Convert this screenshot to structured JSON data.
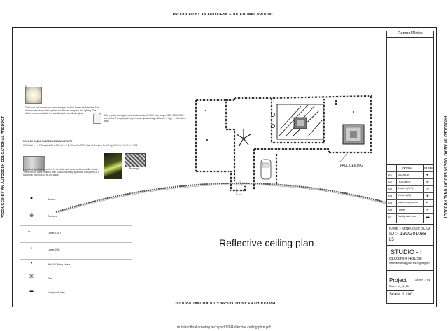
{
  "watermark": {
    "top": "PRODUCED BY AN AUTODESK EDUCATIONAL PRODUCT",
    "bottom": "PRODUCED BY AN AUTODESK EDUCATIONAL PRODUCT",
    "left": "PRODUCED BY AN AUTODESK EDUCATIONAL PRODUCT",
    "right": "PRODUCED BY AN AUTODESK EDUCATIONAL PRODUCT"
  },
  "notes": {
    "sconce_desc": "The Hood wall sconce has been designed by Ron Rezek for Artemide. This wall mounted luminaire is perfect for diffused reception and lighting. The diffuse comes available in a sandblasted borosilicate glass.",
    "torchere_desc": "Differ replacement glass ceilings for authentic Diffle floor lamps 2260, 2280, 2282 and others. This quality thought thrown glass ceilings. 12 wide, 3 high, 1 1/2 bottom width.",
    "luster_title": "ROLL 3 X CABLE SUSPENSION SINGLE NOTE",
    "luster_desc": "SKI 39x% = 1 x 7 Tungsten 51 x 4 50 x 1 c 4 5 x 3 cm 3 x 2000 Watt of Fixture x 1 x 4.5 kg 100 % x 2 % 51 x 2 VGA",
    "pendant_desc": "A pendant light that is inclined by its black matt cover and its metallic shade. There 2 to 30 watts. Indirect, with a low-consuming light bulb, the lighting of a traditional light bulb up to 100 Watts.",
    "rectangle": "Rectangle"
  },
  "legend": [
    {
      "symbol": "sconce-icon",
      "label": "Sconce"
    },
    {
      "symbol": "torchere-icon",
      "label": "Torchere"
    },
    {
      "symbol": "luster-icon",
      "label": "Luster-1(S-T)"
    },
    {
      "symbol": "luster2-icon",
      "label": "Luster-2(K)"
    },
    {
      "symbol": "wall-ceiling-icon",
      "label": "Wall & Ceiling  Above"
    },
    {
      "symbol": "tree-icon",
      "label": "Tree"
    },
    {
      "symbol": "vanity-icon",
      "label": "Vanity bath bars"
    }
  ],
  "plan": {
    "title": "Reflective ceiling plan",
    "false_ceiling": "FALL CEILING"
  },
  "title_block": {
    "general_notes": "General Notes",
    "table_header": [
      "NAME",
      "SYMB"
    ],
    "table_rows": [
      {
        "no": "01",
        "name": "Sconce"
      },
      {
        "no": "02",
        "name": "Torchere"
      },
      {
        "no": "03",
        "name": "Luster-1(S-T)"
      },
      {
        "no": "04",
        "name": "Luster-2(K)"
      },
      {
        "no": "05",
        "name": "Wall & Ceiling  Above"
      },
      {
        "no": "06",
        "name": "Tree"
      },
      {
        "no": "07",
        "name": "Vanity bath bars"
      }
    ],
    "name_line": "NAME :- MOBASSER ISLAM",
    "id_line": "ID :- 13UG01088",
    "section": "L5",
    "studio": "STUDIO - I",
    "project_name": "CLUSTER HOUSE",
    "subtitle": "Reflective ceiling plan and night lightin",
    "project_label": "Project",
    "sheet_label": "Sheet :- 01",
    "date": "Date :- 04_01_15",
    "scale": "Scale: 1:200"
  },
  "footer": "m islam final drowing tech pack03-Reflective ceiling plan.pdf"
}
